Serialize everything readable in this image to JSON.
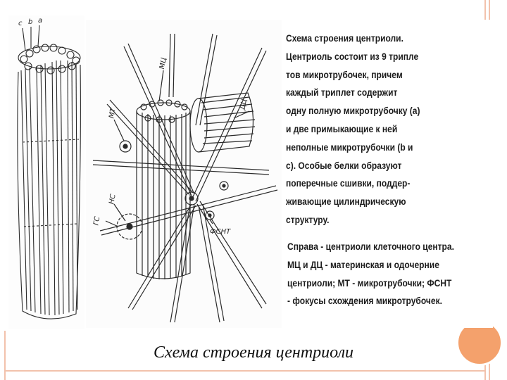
{
  "description": {
    "lines": [
      "Схема строения центриоли.",
      "Центриоль состоит из 9 трипле",
      "тов микротрубочек, причем",
      "каждый триплет содержит",
      "одну полную микротрубочку (а)",
      "и две примыкающие к ней",
      "неполные микротрубочки (b и",
      "с). Особые белки образуют",
      "поперечные сшивки, поддер-",
      "живающие цилиндрическую",
      "структуру."
    ],
    "legend_lines": [
      "Справа - центриоли клеточного центра.",
      "МЦ и ДЦ - материнская и одочерние",
      "центриоли; МТ - микротрубочки; ФСНТ",
      "- фокусы схождения микротрубочек."
    ]
  },
  "diagram_labels": {
    "triplet_letters": [
      "c",
      "b",
      "a"
    ],
    "mc": "МЦ",
    "dc": "ДЦ",
    "mt": "МТ",
    "ns": "НС",
    "gs": "ГС",
    "fsnt": "ФСНТ"
  },
  "caption": "Схема строения центриоли",
  "colors": {
    "frame": "#f2c2ac",
    "accent_dot": "#f4a16c",
    "ink": "#1c1c1c"
  }
}
